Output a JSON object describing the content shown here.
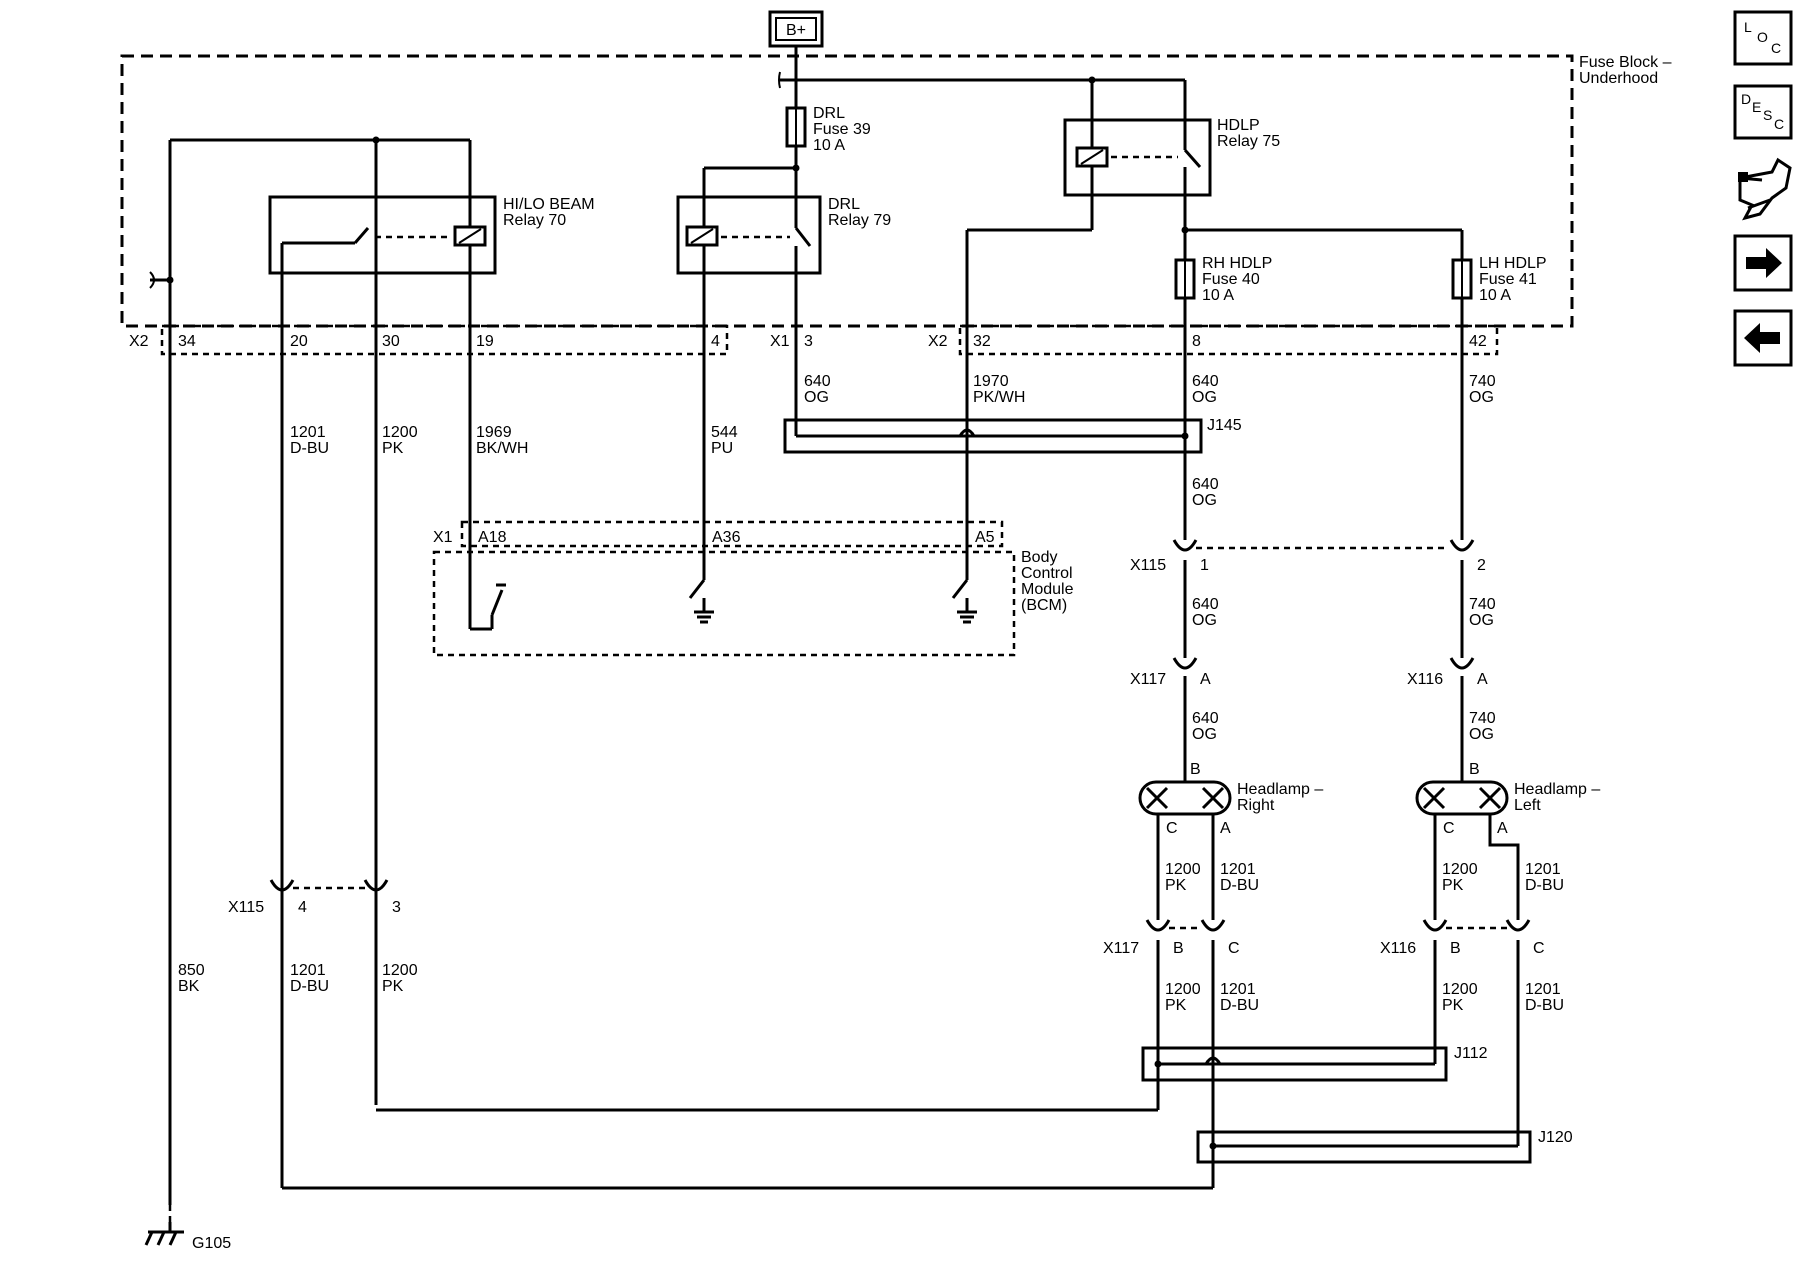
{
  "source": {
    "label": "B+"
  },
  "fuse_block": {
    "title_line1": "Fuse Block –",
    "title_line2": "Underhood"
  },
  "fuses": [
    {
      "id": "drl",
      "line1": "DRL",
      "line2": "Fuse 39",
      "line3": "10 A"
    },
    {
      "id": "rh_hdlp",
      "line1": "RH HDLP",
      "line2": "Fuse 40",
      "line3": "10 A"
    },
    {
      "id": "lh_hdlp",
      "line1": "LH HDLP",
      "line2": "Fuse 41",
      "line3": "10 A"
    }
  ],
  "relays": [
    {
      "id": "hilo",
      "line1": "HI/LO BEAM",
      "line2": "Relay 70"
    },
    {
      "id": "drl",
      "line1": "DRL",
      "line2": "Relay 79"
    },
    {
      "id": "hdlp",
      "line1": "HDLP",
      "line2": "Relay 75"
    }
  ],
  "connectors": {
    "x2_left": "X2",
    "x1_mid": "X1",
    "x2_mid": "X2",
    "fuse_pins": [
      "34",
      "20",
      "30",
      "19",
      "4",
      "3",
      "32",
      "8",
      "42"
    ],
    "bcm_conn": "X1",
    "bcm_pins": [
      "A18",
      "A36",
      "A5"
    ],
    "x115_top": "X115",
    "x115_top_pins": [
      "1",
      "2"
    ],
    "x117_top": "X117",
    "x117_top_pin": "A",
    "x116_top": "X116",
    "x116_top_pin": "A",
    "x115_left": "X115",
    "x115_left_pins": [
      "4",
      "3"
    ],
    "x117_bot": "X117",
    "x117_bot_pins": [
      "B",
      "C"
    ],
    "x116_bot": "X116",
    "x116_bot_pins": [
      "B",
      "C"
    ]
  },
  "splices": [
    "J145",
    "J112",
    "J120"
  ],
  "bcm": {
    "line1": "Body",
    "line2": "Control",
    "line3": "Module",
    "line4": "(BCM)"
  },
  "wires": [
    {
      "id": "w1201a",
      "circuit": "1201",
      "color": "D-BU"
    },
    {
      "id": "w1200a",
      "circuit": "1200",
      "color": "PK"
    },
    {
      "id": "w1969",
      "circuit": "1969",
      "color": "BK/WH"
    },
    {
      "id": "w544",
      "circuit": "544",
      "color": "PU"
    },
    {
      "id": "w640a",
      "circuit": "640",
      "color": "OG"
    },
    {
      "id": "w1970",
      "circuit": "1970",
      "color": "PK/WH"
    },
    {
      "id": "w640b",
      "circuit": "640",
      "color": "OG"
    },
    {
      "id": "w740a",
      "circuit": "740",
      "color": "OG"
    },
    {
      "id": "w640c",
      "circuit": "640",
      "color": "OG"
    },
    {
      "id": "w640d",
      "circuit": "640",
      "color": "OG"
    },
    {
      "id": "w740b",
      "circuit": "740",
      "color": "OG"
    },
    {
      "id": "w640e",
      "circuit": "640",
      "color": "OG"
    },
    {
      "id": "w740c",
      "circuit": "740",
      "color": "OG"
    },
    {
      "id": "w1200b",
      "circuit": "1200",
      "color": "PK"
    },
    {
      "id": "w1201b",
      "circuit": "1201",
      "color": "D-BU"
    },
    {
      "id": "w1200c",
      "circuit": "1200",
      "color": "PK"
    },
    {
      "id": "w1201c",
      "circuit": "1201",
      "color": "D-BU"
    },
    {
      "id": "w850",
      "circuit": "850",
      "color": "BK"
    },
    {
      "id": "w1201d",
      "circuit": "1201",
      "color": "D-BU"
    },
    {
      "id": "w1200d",
      "circuit": "1200",
      "color": "PK"
    },
    {
      "id": "w1200e",
      "circuit": "1200",
      "color": "PK"
    },
    {
      "id": "w1201e",
      "circuit": "1201",
      "color": "D-BU"
    },
    {
      "id": "w1200f",
      "circuit": "1200",
      "color": "PK"
    },
    {
      "id": "w1201f",
      "circuit": "1201",
      "color": "D-BU"
    }
  ],
  "lamps": [
    {
      "id": "right",
      "line1": "Headlamp –",
      "line2": "Right",
      "pin_top": "B",
      "pin_c": "C",
      "pin_a": "A"
    },
    {
      "id": "left",
      "line1": "Headlamp –",
      "line2": "Left",
      "pin_top": "B",
      "pin_c": "C",
      "pin_a": "A"
    }
  ],
  "ground": {
    "label": "G105"
  },
  "side_nav": {
    "loc": {
      "l1": "L",
      "l2": "O",
      "l3": "C"
    },
    "desc": {
      "l1": "D",
      "l2": "E",
      "l3": "S",
      "l4": "C"
    },
    "icons": [
      "connector-tool-icon",
      "arrow-right-icon",
      "arrow-left-icon"
    ]
  }
}
